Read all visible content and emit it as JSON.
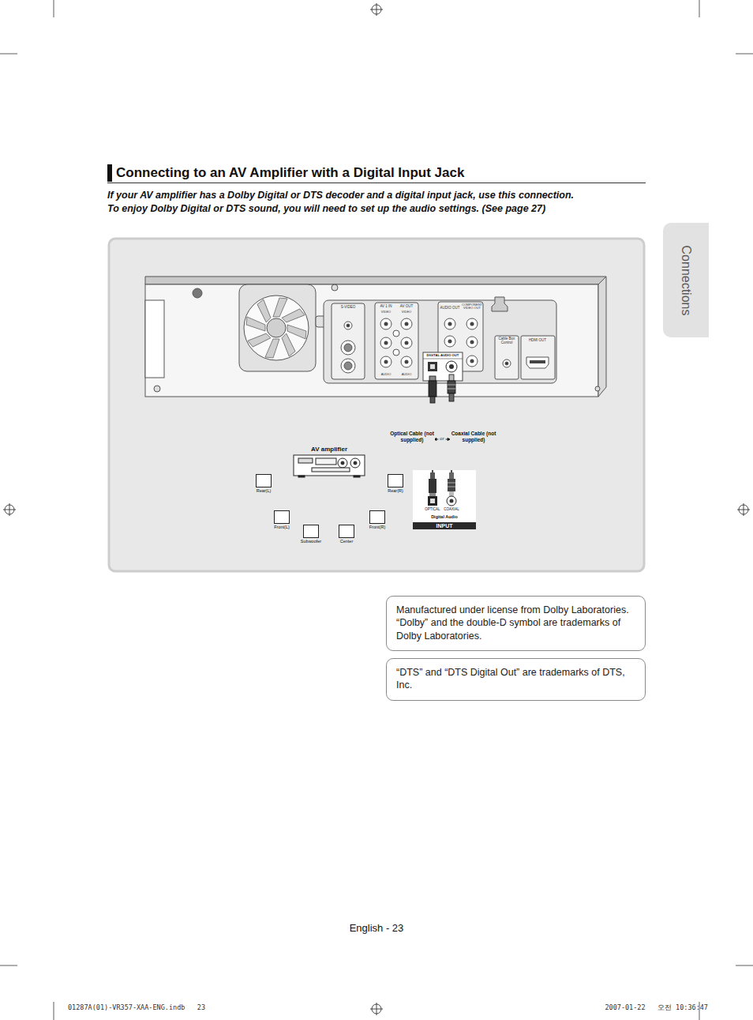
{
  "diagram": {
    "title": "Connecting to an AV Amplifier with a Digital Input Jack",
    "nodes": [
      {
        "text": [
          "Connections"
        ]
      },
      {
        "text": [
          "DIGITAL AUDIO OUT"
        ]
      },
      {
        "text": [
          "AV amplifier"
        ]
      },
      {
        "text": [
          "Rear(L)"
        ]
      },
      {
        "text": [
          "Rear(R)"
        ]
      },
      {
        "text": [
          "Front(L)"
        ]
      },
      {
        "text": [
          "Front(R)"
        ]
      },
      {
        "text": [
          "Subwoofer"
        ]
      },
      {
        "text": [
          "Center"
        ]
      },
      {
        "text": [
          "OPTICAL",
          "COAXIAL",
          "Digital Audio",
          "INPUT"
        ]
      },
      {
        "text": [
          "Manufactured under license from Dolby Laboratories. “Dolby” and the double-D symbol are trademarks of Dolby Laboratories."
        ]
      },
      {
        "text": [
          "“DTS” and “DTS Digital Out” are trademarks of DTS, Inc."
        ]
      }
    ],
    "edges": [
      {
        "from": 1,
        "to": 9,
        "label": "Optical Cable (not supplied)",
        "arrow": "none"
      },
      {
        "from": 1,
        "to": 9,
        "label": "Coaxial Cable (not supplied)",
        "arrow": "none"
      },
      {
        "from": 2,
        "to": 3,
        "arrow": "none"
      },
      {
        "from": 2,
        "to": 4,
        "arrow": "none"
      },
      {
        "from": 2,
        "to": 5,
        "arrow": "none"
      },
      {
        "from": 2,
        "to": 6,
        "arrow": "none"
      },
      {
        "from": 2,
        "to": 7,
        "arrow": "none"
      },
      {
        "from": 2,
        "to": 8,
        "arrow": "none"
      }
    ],
    "labels": [
      "If your AV amplifier has a Dolby Digital or DTS decoder and a digital input jack, use this connection.",
      "To enjoy Dolby Digital or DTS sound, you will need to set up the audio settings. (See page 27)",
      "S-VIDEO",
      "AV 1 IN",
      "AV OUT",
      "VIDEO",
      "VIDEO",
      "AUDIO",
      "AUDIO",
      "AUDIO OUT",
      "COMPONENT VIDEO OUT",
      "Cable Box Control",
      "HDMI OUT",
      "or",
      "English - 23",
      "01287A(01)-VR357-XAA-ENG.indb   23",
      "2007-01-22   오전 10:36:47"
    ]
  }
}
